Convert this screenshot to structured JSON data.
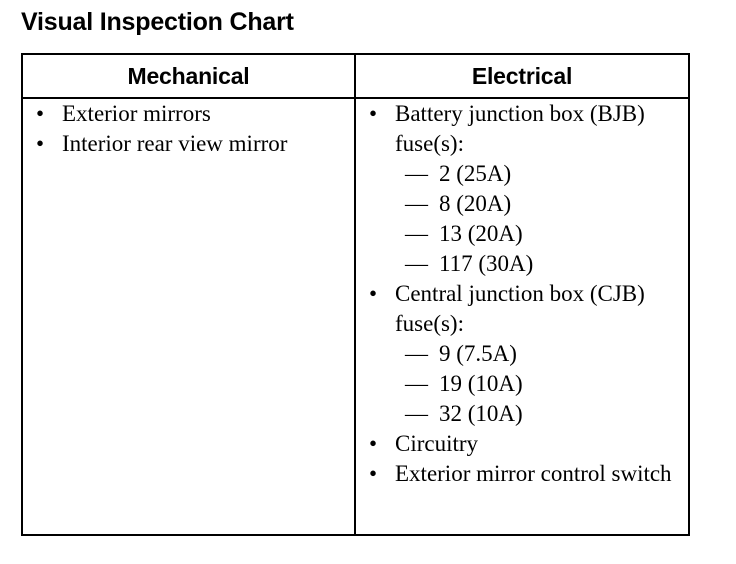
{
  "document": {
    "title": "Visual Inspection Chart"
  },
  "table": {
    "columns": [
      {
        "header": "Mechanical"
      },
      {
        "header": "Electrical"
      }
    ],
    "bullet_glyph": "•",
    "dash_glyph": "—",
    "mechanical": {
      "items": [
        {
          "text": "Exterior mirrors"
        },
        {
          "text": "Interior rear view mirror"
        }
      ]
    },
    "electrical": {
      "items": [
        {
          "text": "Battery junction box (BJB) fuse(s):",
          "subitems": [
            {
              "text": "2 (25A)"
            },
            {
              "text": "8 (20A)"
            },
            {
              "text": "13 (20A)"
            },
            {
              "text": "117 (30A)"
            }
          ]
        },
        {
          "text": "Central junction box (CJB) fuse(s):",
          "subitems": [
            {
              "text": "9 (7.5A)"
            },
            {
              "text": "19 (10A)"
            },
            {
              "text": "32 (10A)"
            }
          ]
        },
        {
          "text": "Circuitry",
          "subitems": []
        },
        {
          "text": "Exterior mirror control switch",
          "subitems": []
        }
      ]
    }
  },
  "colors": {
    "ink": "#000000",
    "page": "#ffffff",
    "border": "#000000"
  }
}
